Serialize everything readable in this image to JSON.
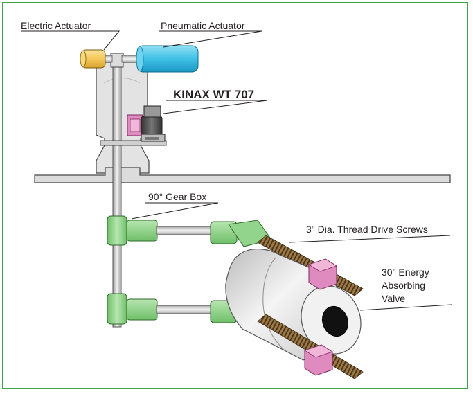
{
  "labels": {
    "electric_actuator": "Electric Actuator",
    "pneumatic_actuator": "Pneumatic Actuator",
    "kinax": "KINAX WT 707",
    "gear_box": "90° Gear Box",
    "drive_screws": "3\" Dia. Thread Drive Screws",
    "valve_line1": "30\" Energy",
    "valve_line2": "Absorbing",
    "valve_line3": "Valve"
  },
  "colors": {
    "frame": "#3aa64a",
    "electric_actuator": "#f3c75a",
    "pneumatic_actuator": "#4cc3e6",
    "gear_box": "#8fd18a",
    "thread_nut": "#e08bc0",
    "valve_body": "#e6e6e6",
    "housing": "#e3e3e3"
  }
}
